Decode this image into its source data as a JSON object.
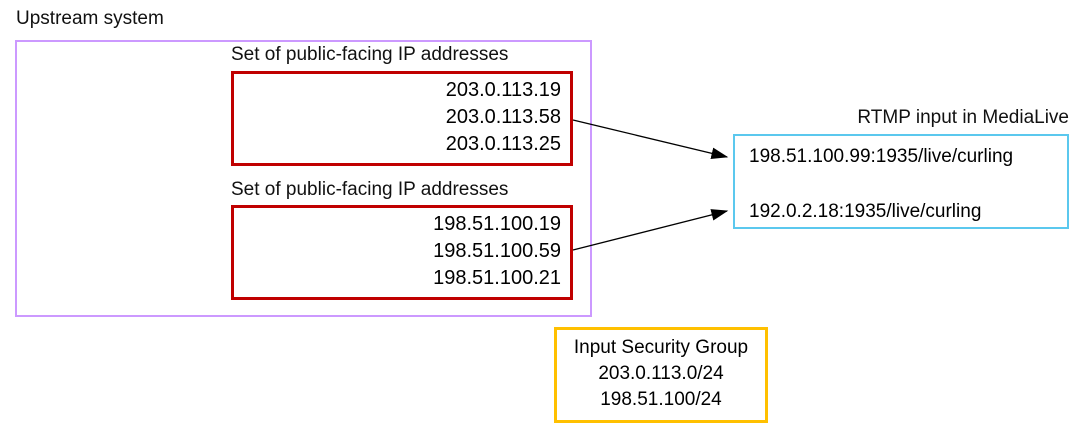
{
  "diagram": {
    "upstream_label": "Upstream system",
    "ip_sets": [
      {
        "title": "Set of public-facing IP addresses",
        "addresses": [
          "203.0.113.19",
          "203.0.113.58",
          "203.0.113.25"
        ]
      },
      {
        "title": "Set of public-facing IP addresses",
        "addresses": [
          "198.51.100.19",
          "198.51.100.59",
          "198.51.100.21"
        ]
      }
    ],
    "rtmp_input": {
      "title": "RTMP input in MediaLive",
      "endpoints": [
        "198.51.100.99:1935/live/curling",
        "192.0.2.18:1935/live/curling"
      ]
    },
    "security_group": {
      "title": "Input Security Group",
      "cidrs": [
        "203.0.113.0/24",
        "198.51.100/24"
      ]
    },
    "colors": {
      "upstream_border": "#cc99ff",
      "ip_set_border": "#c00000",
      "rtmp_border": "#5bc8ee",
      "security_group_border": "#ffc000",
      "arrow": "#000000"
    }
  }
}
